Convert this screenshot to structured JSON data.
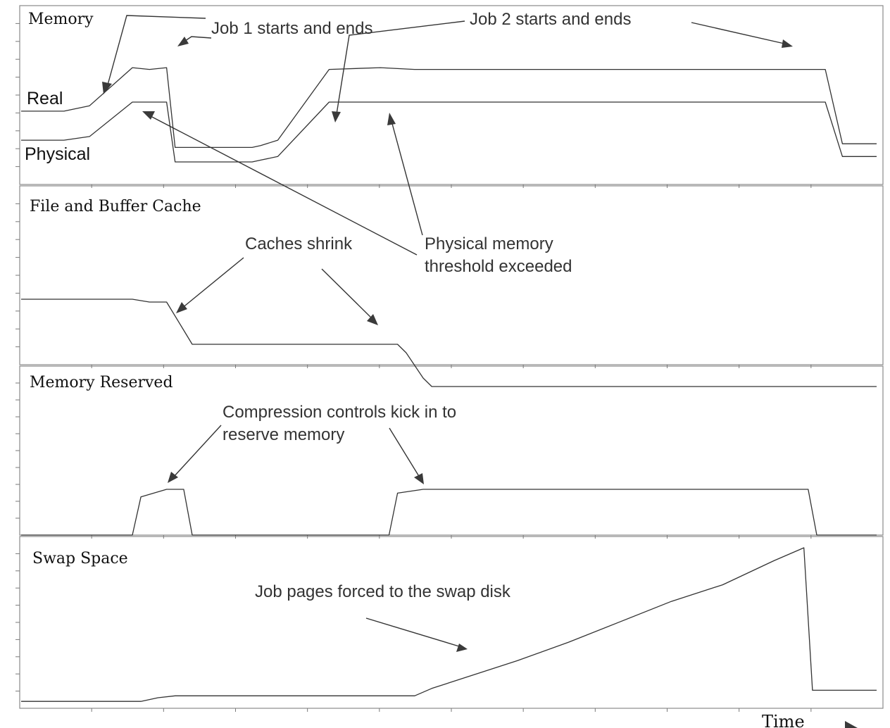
{
  "chart_data": [
    {
      "type": "line",
      "title": "Memory",
      "x": [
        0,
        5,
        8,
        13,
        15,
        17,
        18,
        27,
        28,
        30,
        36,
        42,
        46,
        55,
        70,
        92,
        94,
        96,
        100
      ],
      "series": [
        {
          "name": "Real",
          "values": [
            28,
            28,
            31,
            52,
            51,
            52,
            8,
            8,
            9,
            12,
            51,
            52,
            51,
            51,
            51,
            51,
            51,
            10,
            10
          ]
        },
        {
          "name": "Physical",
          "values": [
            12,
            12,
            14,
            33,
            33,
            33,
            0,
            0,
            1,
            3,
            33,
            33,
            33,
            33,
            33,
            33,
            33,
            3,
            3
          ]
        }
      ],
      "annotations": [
        "Job 1 starts and ends",
        "Job 2 starts and ends",
        "Physical memory threshold exceeded"
      ]
    },
    {
      "type": "line",
      "title": "File and Buffer Cache",
      "x": [
        0,
        13,
        15,
        17,
        19,
        20,
        30,
        33,
        44,
        45,
        47,
        48,
        100
      ],
      "series": [
        {
          "name": "",
          "values": [
            50,
            50,
            49,
            49,
            39,
            34,
            34,
            34,
            34,
            31,
            22,
            19,
            19
          ]
        }
      ],
      "annotations": [
        "Caches shrink"
      ]
    },
    {
      "type": "line",
      "title": "Memory Reserved",
      "x": [
        0,
        13,
        14,
        17,
        19,
        20,
        42,
        43,
        44,
        47,
        55,
        70,
        91,
        91.5,
        92,
        93,
        100
      ],
      "series": [
        {
          "name": "",
          "values": [
            0,
            0,
            10,
            12,
            12,
            0,
            0,
            0,
            11,
            12,
            12,
            12,
            12,
            12,
            12,
            0,
            0
          ]
        }
      ],
      "annotations": [
        "Compression controls kick in to reserve memory"
      ]
    },
    {
      "type": "line",
      "title": "Swap Space",
      "x": [
        0,
        14,
        16,
        18,
        30,
        45,
        46,
        48,
        52,
        58,
        64,
        70,
        76,
        82,
        88,
        91,
        91.5,
        92.5,
        100
      ],
      "series": [
        {
          "name": "",
          "values": [
            6,
            6,
            8,
            9,
            9,
            9,
            9,
            13,
            19,
            28,
            38,
            49,
            60,
            69,
            82,
            88,
            89,
            12,
            12
          ]
        }
      ],
      "annotations": [
        "Job pages forced to the swap disk"
      ]
    }
  ],
  "panels": {
    "memory": {
      "title": "Memory",
      "real_label": "Real",
      "physical_label": "Physical",
      "job1_note": "Job 1 starts and ends",
      "job2_note": "Job 2 starts and ends"
    },
    "cache": {
      "title": "File and Buffer Cache",
      "caches_note": "Caches shrink",
      "threshold_note_line1": "Physical memory",
      "threshold_note_line2": "threshold exceeded"
    },
    "reserved": {
      "title": "Memory Reserved",
      "compression_note_line1": "Compression controls kick in to",
      "compression_note_line2": "reserve memory"
    },
    "swap": {
      "title": "Swap Space",
      "swap_note": "Job pages forced to the swap disk"
    }
  },
  "x_axis": {
    "label": "Time"
  },
  "colors": {
    "line": "#333333",
    "frame": "#8a8a8a",
    "background": "#ffffff"
  }
}
